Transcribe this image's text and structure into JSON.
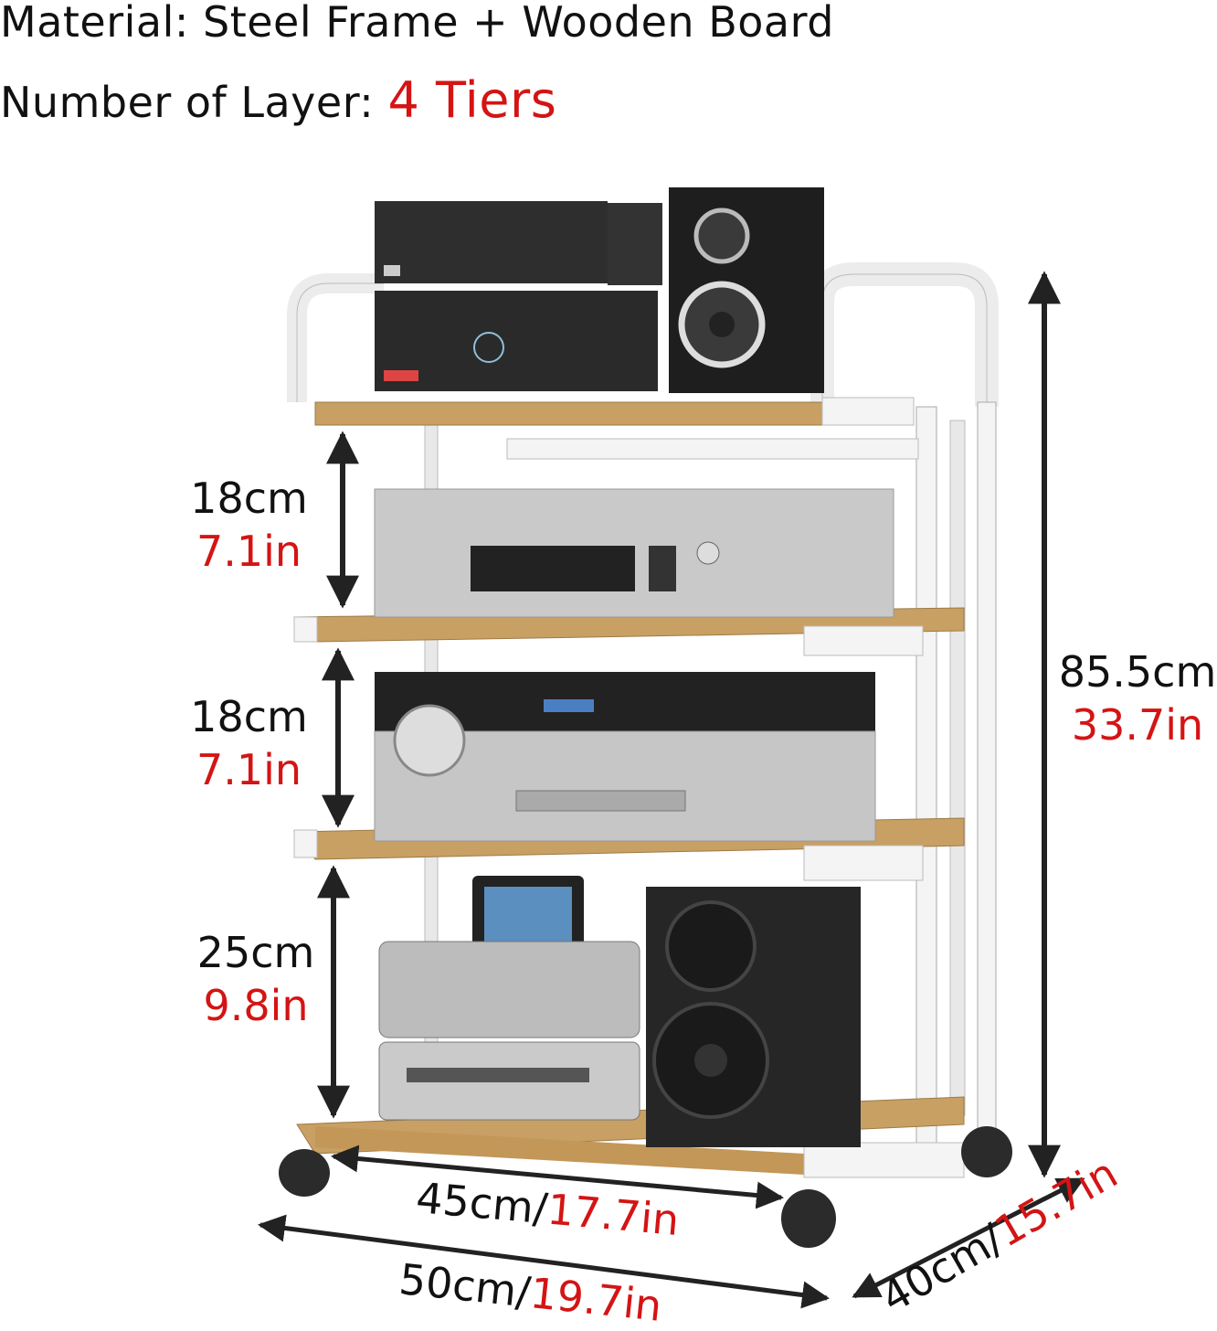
{
  "header": {
    "material_label": "Material: Steel Frame + Wooden Board",
    "layers_label": "Number of Layer: ",
    "layers_value": "4 Tiers"
  },
  "dimensions": {
    "gap_1": {
      "cm": "18cm",
      "in": "7.1in"
    },
    "gap_2": {
      "cm": "18cm",
      "in": "7.1in"
    },
    "gap_3": {
      "cm": "25cm",
      "in": "9.8in"
    },
    "height": {
      "cm": "85.5cm",
      "in": "33.7in"
    },
    "inner_width": {
      "cm": "45cm/",
      "in": "17.7in"
    },
    "outer_width": {
      "cm": "50cm/",
      "in": "19.7in"
    },
    "depth": {
      "cm": "40cm/",
      "in": "15.7in"
    }
  },
  "colors": {
    "accent_red": "#d41414",
    "wood": "#c8a064",
    "frame": "#f2f2f2",
    "device_dark": "#2a2a2a",
    "device_silver": "#c9c9c9"
  }
}
